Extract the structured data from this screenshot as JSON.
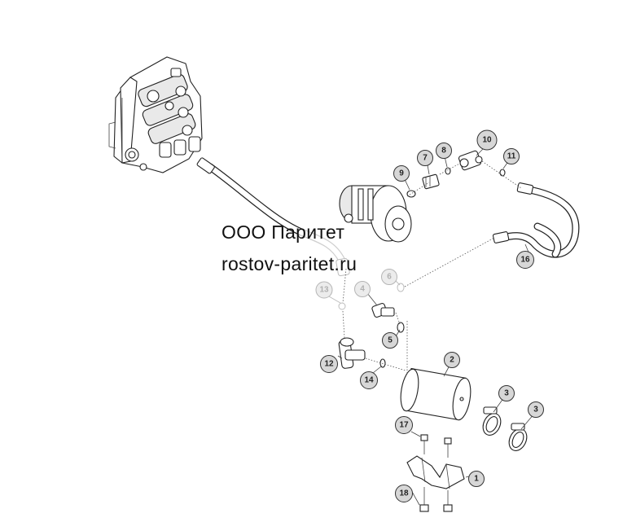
{
  "callouts": {
    "c1": "1",
    "c2": "2",
    "c3a": "3",
    "c3b": "3",
    "c4": "4",
    "c5": "5",
    "c6": "6",
    "c7": "7",
    "c8": "8",
    "c9": "9",
    "c10": "10",
    "c11": "11",
    "c12": "12",
    "c13": "13",
    "c14": "14",
    "c16": "16",
    "c17": "17",
    "c18": "18"
  },
  "watermark": {
    "line1": "ООО Паритет",
    "line2": "rostov-paritet.ru"
  }
}
